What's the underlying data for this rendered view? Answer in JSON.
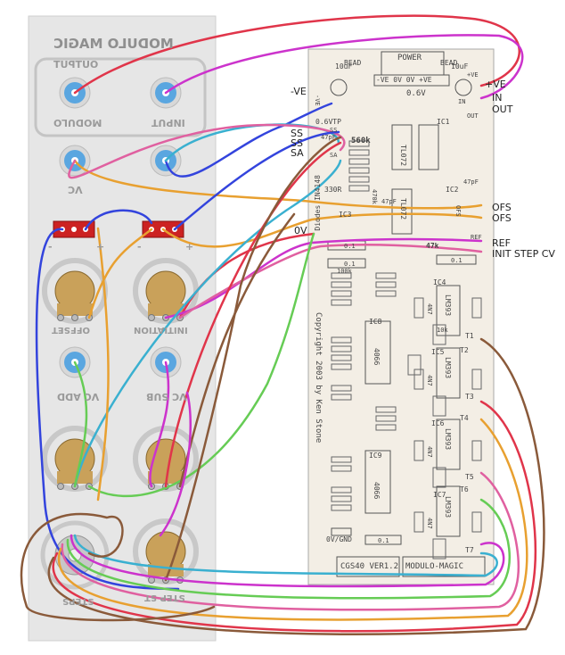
{
  "panel": {
    "title": "MODULO MAGIC",
    "output_box_top": "OUTPUT",
    "output_box_bottom": "MODULO",
    "jack_input": "INPUT",
    "jack_vc": "VC",
    "pot_offset": "OFFSET",
    "pot_initiation": "INITIATION",
    "jack_vc_add": "VC ADD",
    "jack_vc_sub": "VC SUB",
    "switch_label": "STEPS",
    "pot_step": "STEP ST",
    "plus": "+",
    "minus": "-"
  },
  "pcb": {
    "power": "POWER",
    "power_rails": "-VE 0V 0V +VE",
    "voltage_06": "0.6V",
    "voltage_06tp": "0.6VTP",
    "ic1": "IC1",
    "ic2": "IC2",
    "ic3": "IC3",
    "ic4": "IC4",
    "ic5": "IC5",
    "ic6": "IC6",
    "ic7": "IC7",
    "ic8": "IC8",
    "ic9": "IC9",
    "tl072_a": "TL072",
    "tl072_b": "TL072",
    "lm393_a": "LM393",
    "lm393_b": "LM393",
    "lm393_c": "LM393",
    "lm393_d": "LM393",
    "cd4066_a": "4066",
    "cd4066_b": "4066",
    "r_560k": "560k",
    "r_100k": "100k",
    "r_330r": "330R",
    "r_10k": "10k",
    "r_47k": "47k",
    "r_470k": "470k",
    "c_47pf": "47pF",
    "c_10uf": "10uF",
    "c_01": "0.1",
    "c_4n7": "4N7",
    "diodes": "Diodes IN4148",
    "copyright": "Copyright 2003 by Ken Stone",
    "footer_ver": "CGS40 VER1.2",
    "footer_name": "MODULO-MAGIC",
    "gnd": "0V/GND",
    "bead": "BEAD",
    "t_labels": [
      "T1",
      "T2",
      "T3",
      "T4",
      "T5",
      "T6",
      "T7"
    ],
    "pad_in": "IN",
    "pad_out": "OUT",
    "pad_ve": "+VE",
    "pad_ofs": "OFS",
    "pad_ref": "REF",
    "pad_ss": "SS",
    "pad_sa": "SA",
    "pad_neg": "-VE"
  },
  "annotations": {
    "pos_ve": "+VE",
    "in": "IN",
    "out": "OUT",
    "neg_ve": "-VE",
    "ss1": "SS",
    "ss2": "SS",
    "sa": "SA",
    "ofs1": "OFS",
    "ofs2": "OFS",
    "zero_v": "0V",
    "ref": "REF",
    "init_step_cv": "INIT STEP CV"
  },
  "colors": {
    "panel": "#e9e9e9",
    "pcb": "#f4efe7",
    "jack": "#5aa6e0",
    "wire_red": "#e0354a",
    "wire_magenta": "#cc33cc",
    "wire_blue": "#3344dd",
    "wire_orange": "#e8a030",
    "wire_cyan": "#3ab0d0",
    "wire_green": "#66cc55",
    "wire_brown": "#8a5a3a",
    "wire_pink": "#e060a0",
    "wire_yellow": "#e8d040"
  }
}
